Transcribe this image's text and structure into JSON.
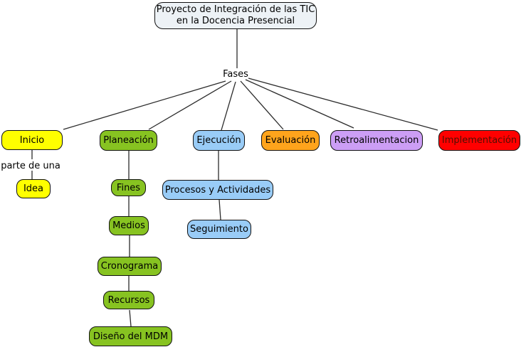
{
  "diagram": {
    "title_node": "Proyecto de Integración de las TIC\nen la Docencia Presencial",
    "connector_label": "Fases",
    "link_phrase": "parte de una",
    "colors": {
      "root_fill": "#EDF2F6",
      "yellow": "#FFFF00",
      "green": "#87C321",
      "blue": "#99CCF7",
      "orange": "#FFA41C",
      "purple": "#CC9EF5",
      "red": "#FF0000",
      "default_text": "#000000",
      "implementacion_text": "#4E1003",
      "line": "#2B2B2B"
    },
    "nodes": {
      "inicio": {
        "label": "Inicio",
        "color": "#FFFF00",
        "text_color": "#000000"
      },
      "planeacion": {
        "label": "Planeación",
        "color": "#87C321",
        "text_color": "#000000"
      },
      "ejecucion": {
        "label": "Ejecución",
        "color": "#99CCF7",
        "text_color": "#000000"
      },
      "evaluacion": {
        "label": "Evaluación",
        "color": "#FFA41C",
        "text_color": "#000000"
      },
      "retroalimentacion": {
        "label": "Retroalimentacion",
        "color": "#CC9EF5",
        "text_color": "#000000"
      },
      "implementacion": {
        "label": "Implementación",
        "color": "#FF0000",
        "text_color": "#4E1003"
      },
      "idea": {
        "label": "Idea",
        "color": "#FFFF00",
        "text_color": "#000000"
      },
      "fines": {
        "label": "Fines",
        "color": "#87C321",
        "text_color": "#000000"
      },
      "medios": {
        "label": "Medios",
        "color": "#87C321",
        "text_color": "#000000"
      },
      "cronograma": {
        "label": "Cronograma",
        "color": "#87C321",
        "text_color": "#000000"
      },
      "recursos": {
        "label": "Recursos",
        "color": "#87C321",
        "text_color": "#000000"
      },
      "diseno_mdm": {
        "label": "Diseño del MDM",
        "color": "#87C321",
        "text_color": "#000000"
      },
      "procesos": {
        "label": "Procesos y Actividades",
        "color": "#99CCF7",
        "text_color": "#000000"
      },
      "seguimiento": {
        "label": "Seguimiento",
        "color": "#99CCF7",
        "text_color": "#000000"
      }
    },
    "edges": [
      {
        "from": "title_node",
        "to": "Fases"
      },
      {
        "from": "Fases",
        "to": "Inicio"
      },
      {
        "from": "Fases",
        "to": "Planeación"
      },
      {
        "from": "Fases",
        "to": "Ejecución"
      },
      {
        "from": "Fases",
        "to": "Evaluación"
      },
      {
        "from": "Fases",
        "to": "Retroalimentacion"
      },
      {
        "from": "Fases",
        "to": "Implementación"
      },
      {
        "from": "Inicio",
        "to": "Idea",
        "label": "parte de una"
      },
      {
        "from": "Planeación",
        "to": "Fines"
      },
      {
        "from": "Fines",
        "to": "Medios"
      },
      {
        "from": "Medios",
        "to": "Cronograma"
      },
      {
        "from": "Cronograma",
        "to": "Recursos"
      },
      {
        "from": "Recursos",
        "to": "Diseño del MDM"
      },
      {
        "from": "Ejecución",
        "to": "Procesos y Actividades"
      },
      {
        "from": "Procesos y Actividades",
        "to": "Seguimiento"
      }
    ]
  }
}
